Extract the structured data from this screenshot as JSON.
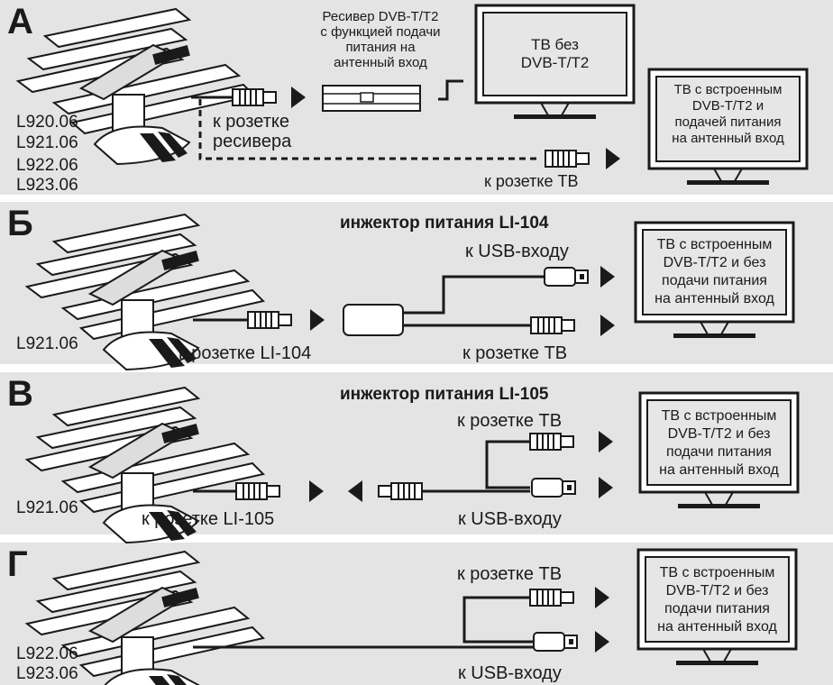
{
  "sections": {
    "a": {
      "letter": "А",
      "models": [
        "L920.06",
        "L921.06",
        "L922.06",
        "L923.06"
      ],
      "receiver_caption": [
        "Ресивер DVB-T/T2",
        "с функцией подачи",
        "питания на",
        "антенный  вход"
      ],
      "plain_tv": [
        "ТВ без",
        "DVB-T/T2"
      ],
      "tv": [
        "ТВ  с встроенным",
        "DVB-T/T2 и",
        "подачей питания",
        "на антенный вход"
      ],
      "label_receiver_socket": [
        "к розетке",
        "ресивера"
      ],
      "label_tv_socket": "к розетке ТВ"
    },
    "b": {
      "letter": "Б",
      "models": [
        "L921.06"
      ],
      "injector": "инжектор питания LI-104",
      "label_usb": "к USB-входу",
      "label_tv": "к розетке ТВ",
      "label_injector": "к розетке LI-104",
      "tv": [
        "ТВ  с встроенным",
        "DVB-T/T2 и без",
        "подачи питания",
        "на антенный вход"
      ]
    },
    "v": {
      "letter": "В",
      "models": [
        "L921.06"
      ],
      "injector": "инжектор питания LI-105",
      "label_tv": "к розетке ТВ",
      "label_usb": "к USB-входу",
      "label_injector": "к розетке LI-105",
      "tv": [
        "ТВ  с встроенным",
        "DVB-T/T2 и без",
        "подачи питания",
        "на антенный вход"
      ]
    },
    "g": {
      "letter": "Г",
      "models": [
        "L922.06",
        "L923.06"
      ],
      "label_tv": "к розетке ТВ",
      "label_usb": "к USB-входу",
      "tv": [
        "ТВ  с встроенным",
        "DVB-T/T2 и без",
        "подачи питания",
        "на антенный вход"
      ]
    }
  },
  "colors": {
    "panel": "#e4e4e4",
    "ink": "#1a1a1a",
    "screen": "#e6e6e6"
  }
}
